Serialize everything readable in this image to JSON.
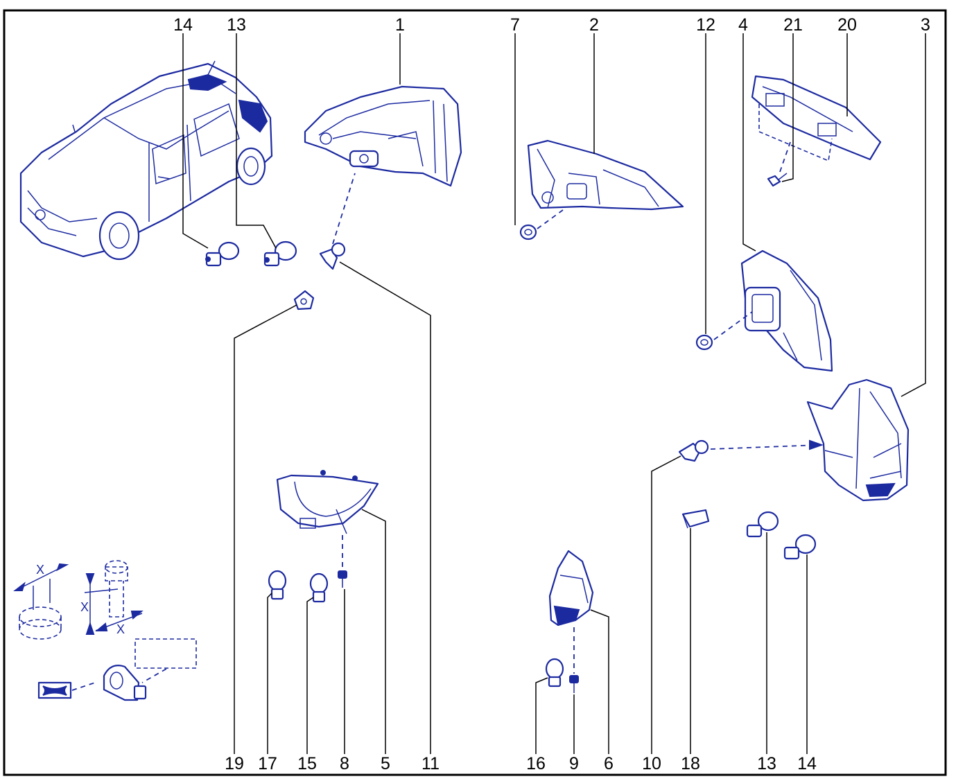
{
  "callouts": {
    "c1": "1",
    "c2": "2",
    "c3": "3",
    "c4": "4",
    "c5": "5",
    "c6": "6",
    "c7": "7",
    "c8": "8",
    "c9": "9",
    "c10": "10",
    "c11": "11",
    "c12": "12",
    "c13_top": "13",
    "c13_bottom": "13",
    "c14_top": "14",
    "c14_bottom": "14",
    "c15": "15",
    "c16": "16",
    "c17": "17",
    "c18": "18",
    "c19": "19",
    "c20": "20",
    "c21": "21"
  },
  "symbols": {
    "nut_dim": "X",
    "bolt_dim_vertical": "X",
    "bolt_dim_horizontal": "X"
  },
  "colors": {
    "line_art": "#1c2aa0",
    "leader": "#000000",
    "frame": "#000000"
  }
}
